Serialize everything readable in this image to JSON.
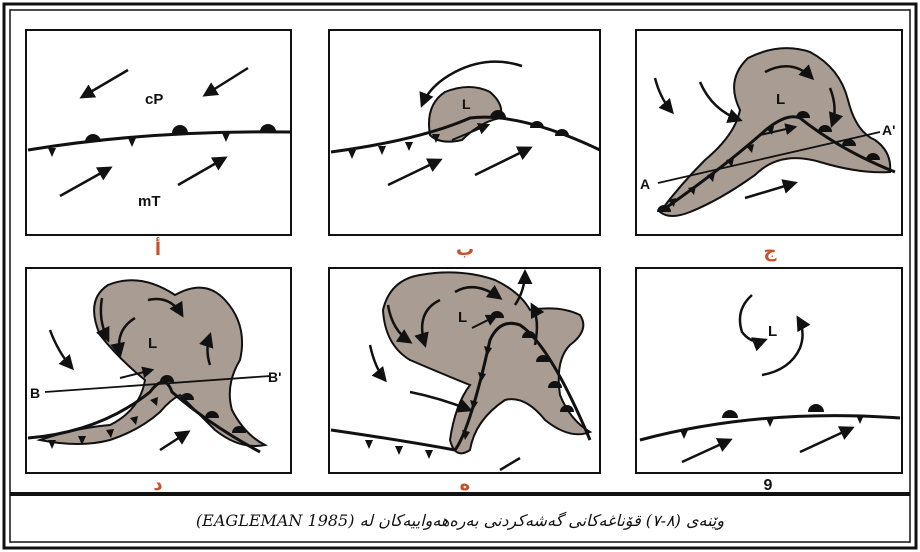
{
  "figure": {
    "panels": [
      {
        "letter": "أ",
        "labels": [
          "cP",
          "mT"
        ]
      },
      {
        "letter": "ب",
        "labels": [
          "L"
        ]
      },
      {
        "letter": "ج",
        "labels": [
          "L",
          "A",
          "A'"
        ]
      },
      {
        "letter": "د",
        "labels": [
          "L",
          "B",
          "B'"
        ]
      },
      {
        "letter": "ه",
        "labels": [
          "L"
        ]
      },
      {
        "letter": "9",
        "labels": [
          "L"
        ]
      }
    ],
    "colors": {
      "cloud": "#a89c93",
      "frame": "#111111",
      "accent": "#c8502a"
    }
  },
  "caption": "وێنەی (٨-٧) قۆناغەکانی گەشەکردنی بەرەھەواییەکان لە (EAGLEMAN 1985)"
}
